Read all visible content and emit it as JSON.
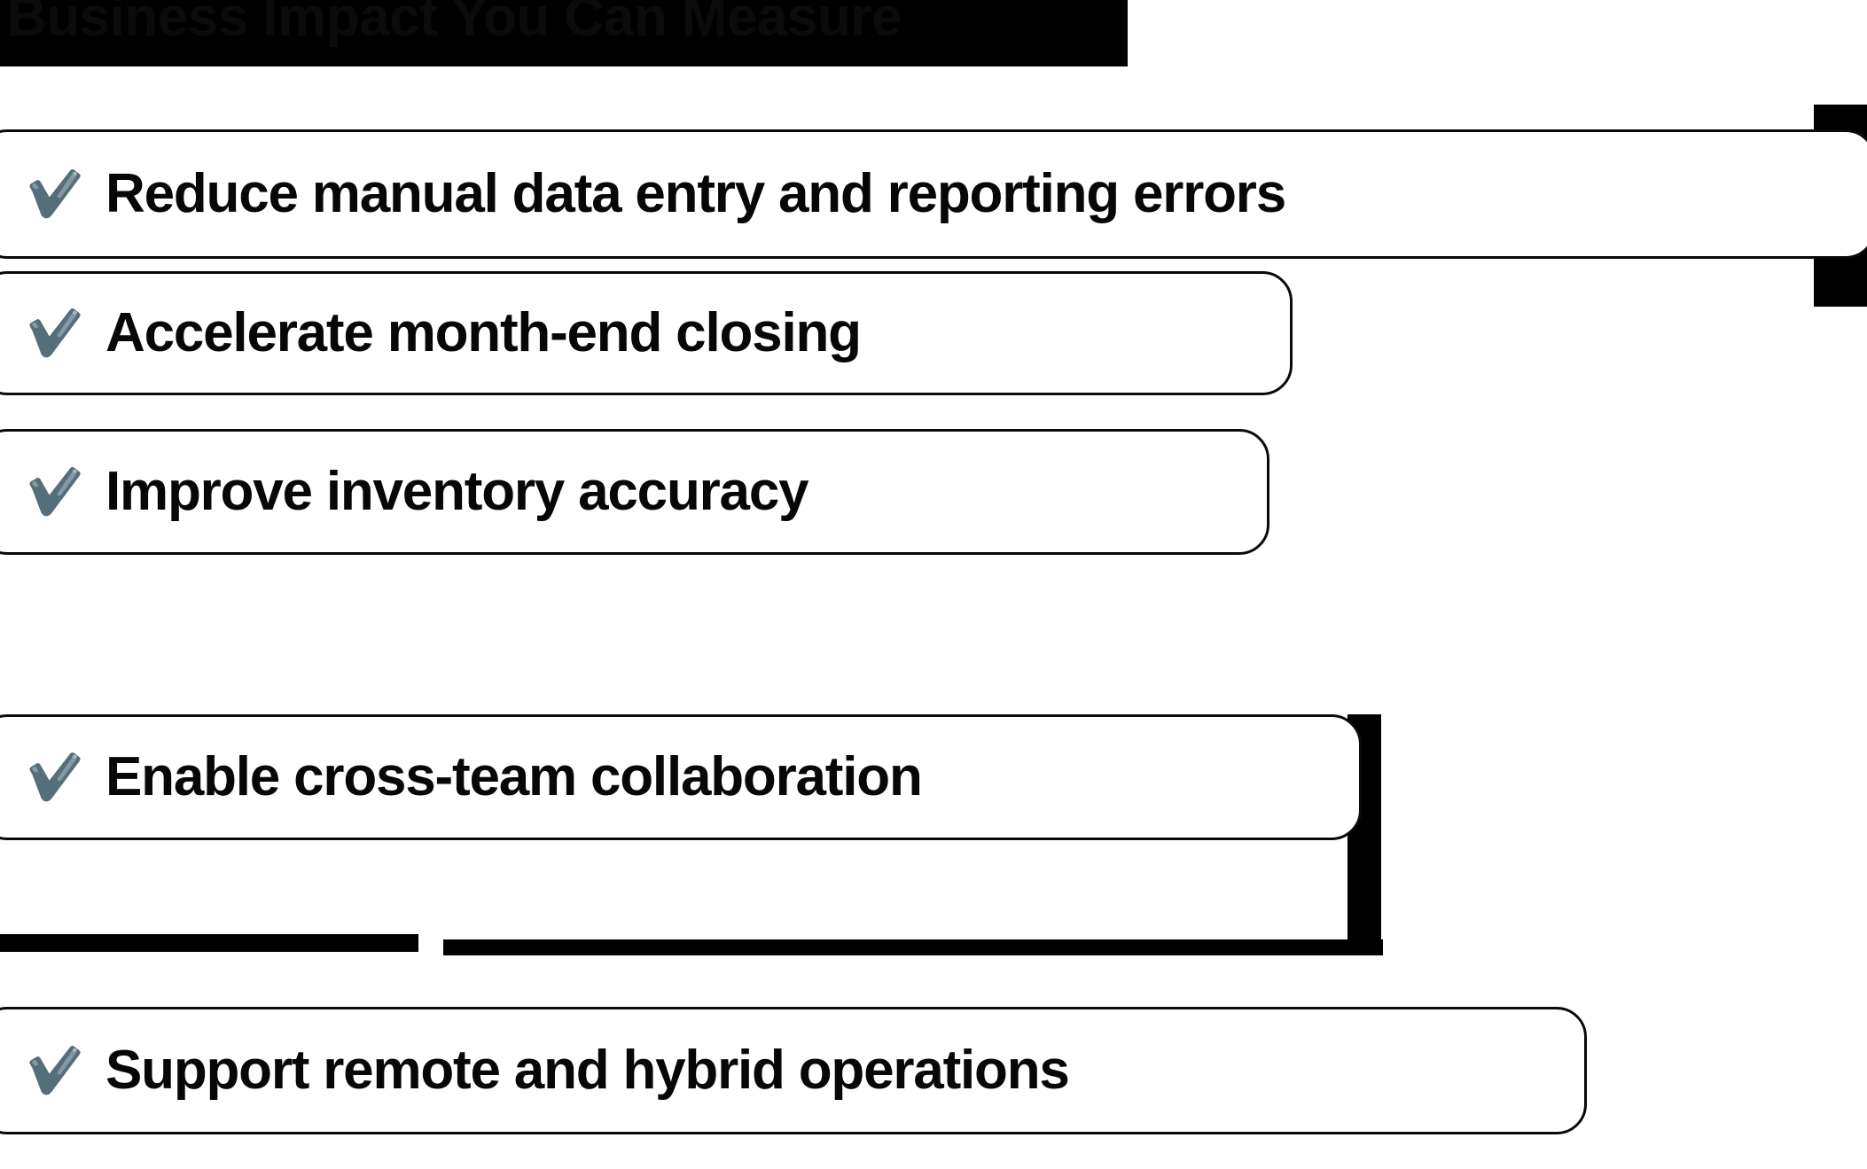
{
  "page": {
    "title": "Business Impact You Can Measure",
    "background_color": "#ffffff",
    "title_bar_color": "#000000",
    "title_text_color": "#0b0b0b",
    "card_border_color": "#0a0a0a",
    "card_background_color": "#ffffff",
    "label_text_color": "#070707",
    "check_icon_color": "#546E7A",
    "check_icon_highlight_color": "#8FA3AD",
    "check_icon_name": "check-mark-icon"
  },
  "items": [
    {
      "icon": "check-mark-icon",
      "label": "Reduce manual data entry and reporting errors"
    },
    {
      "icon": "check-mark-icon",
      "label": "Accelerate month-end closing"
    },
    {
      "icon": "check-mark-icon",
      "label": "Improve inventory accuracy"
    },
    {
      "icon": "check-mark-icon",
      "label": "Enable cross-team collaboration"
    },
    {
      "icon": "check-mark-icon",
      "label": "Support remote and hybrid operations"
    }
  ]
}
